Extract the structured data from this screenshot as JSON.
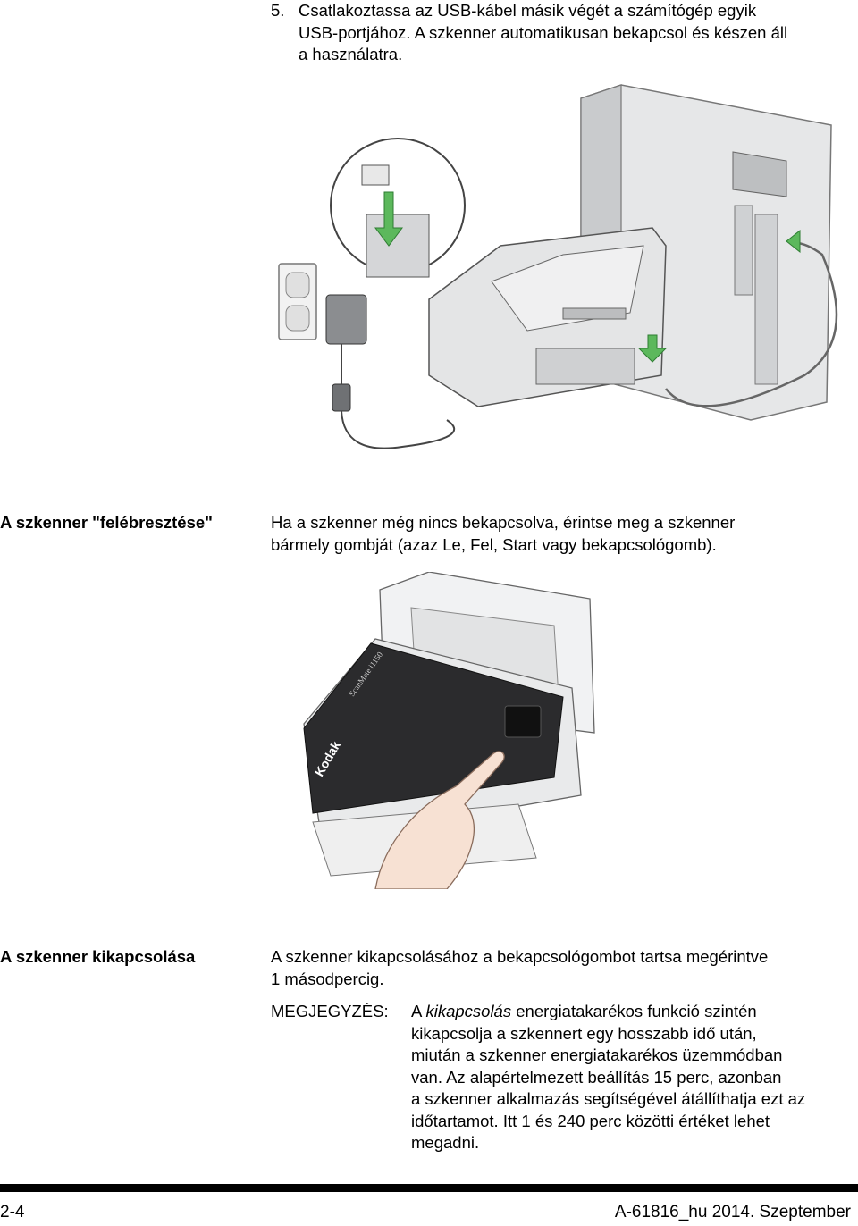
{
  "step5": {
    "number": "5.",
    "lines": [
      "Csatlakoztassa az USB-kábel másik végét a számítógép egyik",
      "USB-portjához. A szkenner automatikusan bekapcsol és készen áll",
      "a használatra."
    ]
  },
  "wake": {
    "label": "A szkenner \"felébresztése\"",
    "lines": [
      "Ha a szkenner még nincs bekapcsolva, érintse meg a szkenner",
      "bármely gombját (azaz Le, Fel, Start vagy bekapcsológomb)."
    ]
  },
  "illustration_scanner": {
    "brand": "Kodak",
    "model": "ScanMate i1150"
  },
  "shutdown": {
    "label": "A szkenner kikapcsolása",
    "lines": [
      "A szkenner kikapcsolásához a bekapcsológombot tartsa megérintve",
      "1 másodpercig."
    ],
    "note_label": "MEGJEGYZÉS:",
    "note_prefix": "A ",
    "note_italic": "kikapcsolás",
    "note_first_rest": " energiatakarékos funkció szintén",
    "note_lines": [
      "kikapcsolja a szkennert egy hosszabb idő után,",
      "miután a szkenner energiatakarékos üzemmódban",
      "van. Az alapértelmezett beállítás 15 perc, azonban",
      "a szkenner alkalmazás segítségével átállíthatja ezt az",
      "időtartamot. Itt 1 és 240 perc közötti értéket lehet",
      "megadni."
    ]
  },
  "footer": {
    "page": "2-4",
    "doc": "A-61816_hu 2014. Szeptember"
  },
  "colors": {
    "arrow_green": "#5cb85c",
    "device_gray": "#d9dbdd",
    "panel_dark": "#2b2b2d"
  }
}
